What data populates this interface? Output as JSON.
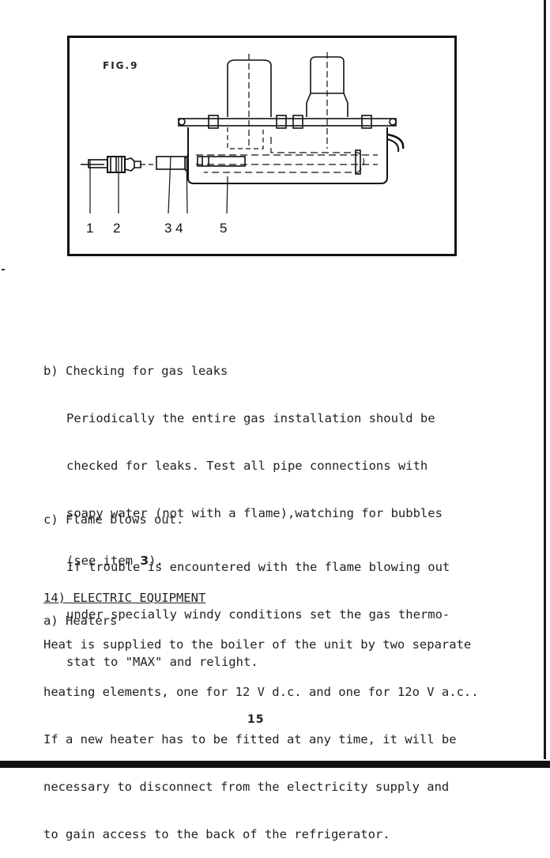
{
  "figure": {
    "label": "FIG.9",
    "callouts": [
      "1",
      "2",
      "3 4",
      "5"
    ]
  },
  "section_b": {
    "title": "b) Checking for gas leaks",
    "lines": [
      "Periodically the entire gas installation should be",
      "checked for leaks. Test all pipe connections with",
      "soapy water (not with a flame),watching for bubbles"
    ],
    "ref_prefix": "(see item ",
    "ref_item": "3",
    "ref_suffix": ")."
  },
  "section_c": {
    "title": "c) Flame blows out.",
    "lines": [
      "If trouble is encountered with the flame blowing out",
      "under specially windy conditions set the gas thermo-",
      "stat to \"MAX\" and relight."
    ]
  },
  "section_14": {
    "heading": "14) ELECTRIC EQUIPMENT",
    "subheading": "a) Heaters",
    "lines": [
      "Heat is supplied to the boiler of the unit by two separate",
      "heating elements, one for 12 V d.c. and one for 12o V a.c..",
      "If a new heater has to be fitted at any time, it will be",
      "necessary to disconnect from the electricity supply and",
      "to gain access to the back of the refrigerator."
    ]
  },
  "page_number": "15"
}
